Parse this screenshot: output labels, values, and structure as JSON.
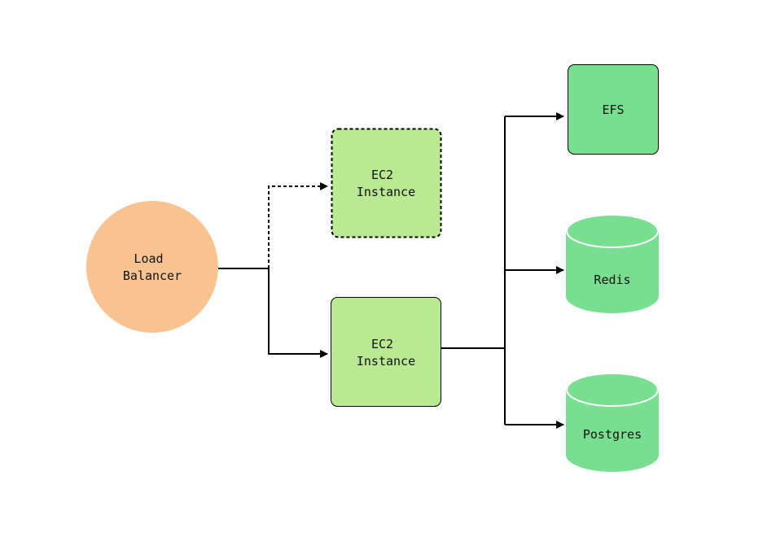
{
  "colors": {
    "load_balancer_fill": "#f8c391",
    "ec2_fill": "#b9e993",
    "storage_fill": "#77df8f",
    "outline": "#000000",
    "background": "#ffffff"
  },
  "nodes": {
    "load_balancer": {
      "line1": "Load",
      "line2": "Balancer",
      "shape": "circle"
    },
    "ec2_standby": {
      "line1": "EC2",
      "line2": "Instance",
      "shape": "dashed-rounded-rect"
    },
    "ec2_active": {
      "line1": "EC2",
      "line2": "Instance",
      "shape": "rounded-rect"
    },
    "efs": {
      "label": "EFS",
      "shape": "rounded-rect"
    },
    "redis": {
      "label": "Redis",
      "shape": "cylinder"
    },
    "postgres": {
      "label": "Postgres",
      "shape": "cylinder"
    }
  },
  "edges": [
    {
      "from": "load_balancer",
      "to": "ec2_standby",
      "style": "dashed"
    },
    {
      "from": "load_balancer",
      "to": "ec2_active",
      "style": "solid"
    },
    {
      "from": "ec2_active",
      "to": "efs",
      "style": "solid"
    },
    {
      "from": "ec2_active",
      "to": "redis",
      "style": "solid"
    },
    {
      "from": "ec2_active",
      "to": "postgres",
      "style": "solid"
    }
  ]
}
